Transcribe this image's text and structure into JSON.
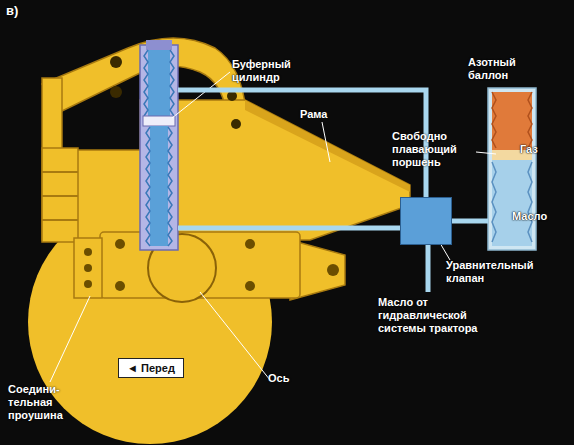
{
  "diagram": {
    "nodes": [
      {
        "text": [
          "Буферный цилиндр"
        ]
      },
      {
        "text": [
          "Уравнительный клапан"
        ]
      },
      {
        "text": [
          "Азотный баллон",
          "Газ",
          "Масло"
        ]
      },
      {
        "text": [
          "◄ Перед"
        ]
      }
    ],
    "edges": [
      {
        "from": 0,
        "to": 1,
        "arrow": "none"
      },
      {
        "from": 0,
        "to": 1,
        "arrow": "none"
      },
      {
        "from": 1,
        "to": 2,
        "arrow": "none"
      }
    ],
    "labels": [
      "в)",
      "Рама",
      "Свободно плавающий поршень",
      "Масло от гидравлической системы трактора",
      "Соедини- тельная проушина",
      "Ось"
    ]
  }
}
